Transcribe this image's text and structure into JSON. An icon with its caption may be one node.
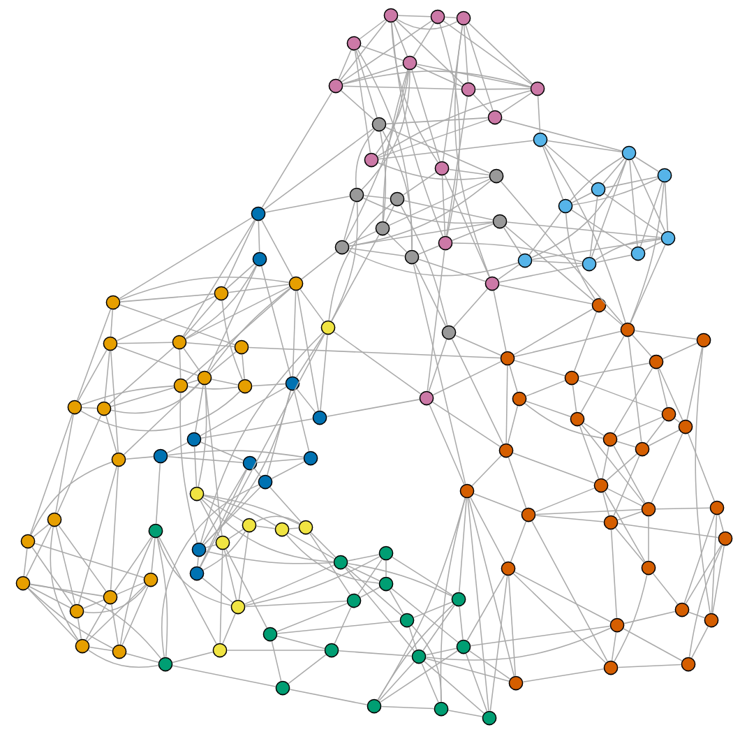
{
  "diagram": {
    "nodes": [
      {
        "text": [],
        "shape": "circle"
      },
      {
        "text": [],
        "shape": "circle"
      },
      {
        "text": [],
        "shape": "circle"
      },
      {
        "text": [],
        "shape": "circle"
      },
      {
        "text": [],
        "shape": "circle"
      },
      {
        "text": [],
        "shape": "circle"
      },
      {
        "text": [],
        "shape": "circle"
      },
      {
        "text": [],
        "shape": "circle"
      },
      {
        "text": [],
        "shape": "circle"
      },
      {
        "text": [],
        "shape": "circle"
      },
      {
        "text": [],
        "shape": "circle"
      },
      {
        "text": [],
        "shape": "circle"
      },
      {
        "text": [],
        "shape": "circle"
      },
      {
        "text": [],
        "shape": "circle"
      },
      {
        "text": [],
        "shape": "circle"
      },
      {
        "text": [],
        "shape": "circle"
      },
      {
        "text": [],
        "shape": "circle"
      },
      {
        "text": [],
        "shape": "circle"
      },
      {
        "text": [],
        "shape": "circle"
      },
      {
        "text": [],
        "shape": "circle"
      },
      {
        "text": [],
        "shape": "circle"
      },
      {
        "text": [],
        "shape": "circle"
      },
      {
        "text": [],
        "shape": "circle"
      },
      {
        "text": [],
        "shape": "circle"
      },
      {
        "text": [],
        "shape": "circle"
      },
      {
        "text": [],
        "shape": "circle"
      },
      {
        "text": [],
        "shape": "circle"
      },
      {
        "text": [],
        "shape": "circle"
      },
      {
        "text": [],
        "shape": "circle"
      },
      {
        "text": [],
        "shape": "circle"
      },
      {
        "text": [],
        "shape": "circle"
      },
      {
        "text": [],
        "shape": "circle"
      },
      {
        "text": [],
        "shape": "circle"
      },
      {
        "text": [],
        "shape": "circle"
      },
      {
        "text": [],
        "shape": "circle"
      },
      {
        "text": [],
        "shape": "circle"
      },
      {
        "text": [],
        "shape": "circle"
      },
      {
        "text": [],
        "shape": "circle"
      },
      {
        "text": [],
        "shape": "circle"
      },
      {
        "text": [],
        "shape": "circle"
      },
      {
        "text": [],
        "shape": "circle"
      },
      {
        "text": [],
        "shape": "circle"
      },
      {
        "text": [],
        "shape": "circle"
      },
      {
        "text": [],
        "shape": "circle"
      },
      {
        "text": [],
        "shape": "circle"
      },
      {
        "text": [],
        "shape": "circle"
      },
      {
        "text": [],
        "shape": "circle"
      },
      {
        "text": [],
        "shape": "circle"
      },
      {
        "text": [],
        "shape": "circle"
      },
      {
        "text": [],
        "shape": "circle"
      },
      {
        "text": [],
        "shape": "circle"
      },
      {
        "text": [],
        "shape": "circle"
      },
      {
        "text": [],
        "shape": "circle"
      },
      {
        "text": [],
        "shape": "circle"
      },
      {
        "text": [],
        "shape": "circle"
      },
      {
        "text": [],
        "shape": "circle"
      },
      {
        "text": [],
        "shape": "circle"
      },
      {
        "text": [],
        "shape": "circle"
      },
      {
        "text": [],
        "shape": "circle"
      },
      {
        "text": [],
        "shape": "circle"
      },
      {
        "text": [],
        "shape": "circle"
      },
      {
        "text": [],
        "shape": "circle"
      },
      {
        "text": [],
        "shape": "circle"
      },
      {
        "text": [],
        "shape": "circle"
      },
      {
        "text": [],
        "shape": "circle"
      },
      {
        "text": [],
        "shape": "circle"
      },
      {
        "text": [],
        "shape": "circle"
      },
      {
        "text": [],
        "shape": "circle"
      },
      {
        "text": [],
        "shape": "circle"
      },
      {
        "text": [],
        "shape": "circle"
      },
      {
        "text": [],
        "shape": "circle"
      },
      {
        "text": [],
        "shape": "circle"
      },
      {
        "text": [],
        "shape": "circle"
      },
      {
        "text": [],
        "shape": "circle"
      },
      {
        "text": [],
        "shape": "circle"
      },
      {
        "text": [],
        "shape": "circle"
      },
      {
        "text": [],
        "shape": "circle"
      },
      {
        "text": [],
        "shape": "circle"
      },
      {
        "text": [],
        "shape": "circle"
      },
      {
        "text": [],
        "shape": "circle"
      },
      {
        "text": [],
        "shape": "circle"
      },
      {
        "text": [],
        "shape": "circle"
      },
      {
        "text": [],
        "shape": "circle"
      },
      {
        "text": [],
        "shape": "circle"
      },
      {
        "text": [],
        "shape": "circle"
      },
      {
        "text": [],
        "shape": "circle"
      },
      {
        "text": [],
        "shape": "circle"
      },
      {
        "text": [],
        "shape": "circle"
      },
      {
        "text": [],
        "shape": "circle"
      },
      {
        "text": [],
        "shape": "circle"
      },
      {
        "text": [],
        "shape": "circle"
      },
      {
        "text": [],
        "shape": "circle"
      },
      {
        "text": [],
        "shape": "circle"
      },
      {
        "text": [],
        "shape": "circle"
      },
      {
        "text": [],
        "shape": "circle"
      },
      {
        "text": [],
        "shape": "circle"
      },
      {
        "text": [],
        "shape": "circle"
      },
      {
        "text": [],
        "shape": "circle"
      },
      {
        "text": [],
        "shape": "circle"
      },
      {
        "text": [],
        "shape": "circle"
      },
      {
        "text": [],
        "shape": "circle"
      },
      {
        "text": [],
        "shape": "circle"
      },
      {
        "text": [],
        "shape": "circle"
      },
      {
        "text": [],
        "shape": "circle"
      },
      {
        "text": [],
        "shape": "circle"
      },
      {
        "text": [],
        "shape": "circle"
      },
      {
        "text": [],
        "shape": "circle"
      },
      {
        "text": [],
        "shape": "circle"
      },
      {
        "text": [],
        "shape": "circle"
      },
      {
        "text": [],
        "shape": "circle"
      },
      {
        "text": [],
        "shape": "circle"
      },
      {
        "text": [],
        "shape": "circle"
      },
      {
        "text": [],
        "shape": "circle"
      },
      {
        "text": [],
        "shape": "circle"
      },
      {
        "text": [],
        "shape": "circle"
      }
    ],
    "edges": [
      {
        "from": 0,
        "to": 1,
        "arrow": "none"
      },
      {
        "from": 0,
        "to": 2,
        "arrow": "none"
      },
      {
        "from": 1,
        "to": 2,
        "arrow": "none"
      },
      {
        "from": 0,
        "to": 3,
        "arrow": "none"
      },
      {
        "from": 0,
        "to": 4,
        "arrow": "none"
      },
      {
        "from": 0,
        "to": 5,
        "arrow": "none"
      },
      {
        "from": 0,
        "to": 10,
        "arrow": "none"
      },
      {
        "from": 0,
        "to": 6,
        "arrow": "none"
      },
      {
        "from": 1,
        "to": 4,
        "arrow": "none"
      },
      {
        "from": 1,
        "to": 7,
        "arrow": "none"
      },
      {
        "from": 1,
        "to": 5,
        "arrow": "none"
      },
      {
        "from": 2,
        "to": 6,
        "arrow": "none"
      },
      {
        "from": 2,
        "to": 7,
        "arrow": "none"
      },
      {
        "from": 2,
        "to": 8,
        "arrow": "none"
      },
      {
        "from": 2,
        "to": 10,
        "arrow": "none"
      },
      {
        "from": 3,
        "to": 4,
        "arrow": "none"
      },
      {
        "from": 3,
        "to": 5,
        "arrow": "none"
      },
      {
        "from": 3,
        "to": 9,
        "arrow": "none"
      },
      {
        "from": 3,
        "to": 14,
        "arrow": "none"
      },
      {
        "from": 4,
        "to": 5,
        "arrow": "none"
      },
      {
        "from": 4,
        "to": 6,
        "arrow": "none"
      },
      {
        "from": 4,
        "to": 7,
        "arrow": "none"
      },
      {
        "from": 4,
        "to": 10,
        "arrow": "none"
      },
      {
        "from": 4,
        "to": 9,
        "arrow": "none"
      },
      {
        "from": 4,
        "to": 20,
        "arrow": "none"
      },
      {
        "from": 4,
        "to": 16,
        "arrow": "none"
      },
      {
        "from": 5,
        "to": 6,
        "arrow": "none"
      },
      {
        "from": 5,
        "to": 14,
        "arrow": "none"
      },
      {
        "from": 5,
        "to": 32,
        "arrow": "none"
      },
      {
        "from": 5,
        "to": 7,
        "arrow": "none"
      },
      {
        "from": 6,
        "to": 7,
        "arrow": "none"
      },
      {
        "from": 6,
        "to": 8,
        "arrow": "none"
      },
      {
        "from": 6,
        "to": 11,
        "arrow": "none"
      },
      {
        "from": 7,
        "to": 8,
        "arrow": "none"
      },
      {
        "from": 7,
        "to": 23,
        "arrow": "none"
      },
      {
        "from": 7,
        "to": 9,
        "arrow": "none"
      },
      {
        "from": 8,
        "to": 9,
        "arrow": "none"
      },
      {
        "from": 8,
        "to": 14,
        "arrow": "none"
      },
      {
        "from": 1,
        "to": 11,
        "arrow": "none"
      },
      {
        "from": 0,
        "to": 11,
        "arrow": "none"
      },
      {
        "from": 2,
        "to": 12,
        "arrow": "none"
      },
      {
        "from": 3,
        "to": 21,
        "arrow": "none"
      },
      {
        "from": 4,
        "to": 19,
        "arrow": "none"
      },
      {
        "from": 14,
        "to": 16,
        "arrow": "none"
      },
      {
        "from": 14,
        "to": 19,
        "arrow": "none"
      },
      {
        "from": 14,
        "to": 21,
        "arrow": "none"
      },
      {
        "from": 14,
        "to": 15,
        "arrow": "none"
      },
      {
        "from": 9,
        "to": 15,
        "arrow": "none"
      },
      {
        "from": 9,
        "to": 23,
        "arrow": "none"
      },
      {
        "from": 16,
        "to": 17,
        "arrow": "none"
      },
      {
        "from": 16,
        "to": 18,
        "arrow": "none"
      },
      {
        "from": 16,
        "to": 20,
        "arrow": "none"
      },
      {
        "from": 17,
        "to": 18,
        "arrow": "none"
      },
      {
        "from": 17,
        "to": 19,
        "arrow": "none"
      },
      {
        "from": 17,
        "to": 22,
        "arrow": "none"
      },
      {
        "from": 19,
        "to": 21,
        "arrow": "none"
      },
      {
        "from": 19,
        "to": 20,
        "arrow": "none"
      },
      {
        "from": 20,
        "to": 21,
        "arrow": "none"
      },
      {
        "from": 20,
        "to": 18,
        "arrow": "none"
      },
      {
        "from": 21,
        "to": 11,
        "arrow": "none"
      },
      {
        "from": 21,
        "to": 22,
        "arrow": "none"
      },
      {
        "from": 21,
        "to": 12,
        "arrow": "none"
      },
      {
        "from": 15,
        "to": 19,
        "arrow": "none"
      },
      {
        "from": 15,
        "to": 20,
        "arrow": "none"
      },
      {
        "from": 10,
        "to": 11,
        "arrow": "none"
      },
      {
        "from": 10,
        "to": 17,
        "arrow": "none"
      },
      {
        "from": 10,
        "to": 12,
        "arrow": "none"
      },
      {
        "from": 10,
        "to": 15,
        "arrow": "none"
      },
      {
        "from": 18,
        "to": 11,
        "arrow": "none"
      },
      {
        "from": 18,
        "to": 30,
        "arrow": "none"
      },
      {
        "from": 20,
        "to": 30,
        "arrow": "none"
      },
      {
        "from": 19,
        "to": 63,
        "arrow": "none"
      },
      {
        "from": 23,
        "to": 26,
        "arrow": "none"
      },
      {
        "from": 23,
        "to": 27,
        "arrow": "none"
      },
      {
        "from": 23,
        "to": 24,
        "arrow": "none"
      },
      {
        "from": 24,
        "to": 25,
        "arrow": "none"
      },
      {
        "from": 24,
        "to": 26,
        "arrow": "none"
      },
      {
        "from": 24,
        "to": 27,
        "arrow": "none"
      },
      {
        "from": 24,
        "to": 28,
        "arrow": "none"
      },
      {
        "from": 24,
        "to": 29,
        "arrow": "none"
      },
      {
        "from": 24,
        "to": 30,
        "arrow": "none"
      },
      {
        "from": 25,
        "to": 26,
        "arrow": "none"
      },
      {
        "from": 25,
        "to": 27,
        "arrow": "none"
      },
      {
        "from": 25,
        "to": 28,
        "arrow": "none"
      },
      {
        "from": 25,
        "to": 29,
        "arrow": "none"
      },
      {
        "from": 26,
        "to": 27,
        "arrow": "none"
      },
      {
        "from": 26,
        "to": 31,
        "arrow": "none"
      },
      {
        "from": 26,
        "to": 28,
        "arrow": "none"
      },
      {
        "from": 27,
        "to": 29,
        "arrow": "none"
      },
      {
        "from": 27,
        "to": 30,
        "arrow": "none"
      },
      {
        "from": 28,
        "to": 29,
        "arrow": "none"
      },
      {
        "from": 28,
        "to": 30,
        "arrow": "none"
      },
      {
        "from": 28,
        "to": 31,
        "arrow": "none"
      },
      {
        "from": 29,
        "to": 31,
        "arrow": "none"
      },
      {
        "from": 30,
        "to": 31,
        "arrow": "none"
      },
      {
        "from": 8,
        "to": 24,
        "arrow": "none"
      },
      {
        "from": 23,
        "to": 88,
        "arrow": "none"
      },
      {
        "from": 24,
        "to": 31,
        "arrow": "none"
      },
      {
        "from": 25,
        "to": 88,
        "arrow": "none"
      },
      {
        "from": 28,
        "to": 88,
        "arrow": "none"
      },
      {
        "from": 27,
        "to": 87,
        "arrow": "none"
      },
      {
        "from": 15,
        "to": 88,
        "arrow": "none"
      },
      {
        "from": 18,
        "to": 87,
        "arrow": "none"
      },
      {
        "from": 18,
        "to": 28,
        "arrow": "none"
      },
      {
        "from": 12,
        "to": 87,
        "arrow": "none"
      },
      {
        "from": 11,
        "to": 31,
        "arrow": "none"
      },
      {
        "from": 12,
        "to": 31,
        "arrow": "none"
      },
      {
        "from": 30,
        "to": 12,
        "arrow": "none"
      },
      {
        "from": 32,
        "to": 33,
        "arrow": "none"
      },
      {
        "from": 32,
        "to": 43,
        "arrow": "none"
      },
      {
        "from": 32,
        "to": 44,
        "arrow": "none"
      },
      {
        "from": 32,
        "to": 45,
        "arrow": "none"
      },
      {
        "from": 32,
        "to": 16,
        "arrow": "none"
      },
      {
        "from": 32,
        "to": 14,
        "arrow": "none"
      },
      {
        "from": 32,
        "to": 47,
        "arrow": "none"
      },
      {
        "from": 33,
        "to": 34,
        "arrow": "none"
      },
      {
        "from": 33,
        "to": 47,
        "arrow": "none"
      },
      {
        "from": 33,
        "to": 44,
        "arrow": "none"
      },
      {
        "from": 33,
        "to": 49,
        "arrow": "none"
      },
      {
        "from": 34,
        "to": 35,
        "arrow": "none"
      },
      {
        "from": 34,
        "to": 36,
        "arrow": "none"
      },
      {
        "from": 34,
        "to": 41,
        "arrow": "none"
      },
      {
        "from": 34,
        "to": 39,
        "arrow": "none"
      },
      {
        "from": 34,
        "to": 40,
        "arrow": "none"
      },
      {
        "from": 34,
        "to": 45,
        "arrow": "none"
      },
      {
        "from": 35,
        "to": 36,
        "arrow": "none"
      },
      {
        "from": 35,
        "to": 63,
        "arrow": "none"
      },
      {
        "from": 35,
        "to": 13,
        "arrow": "none"
      },
      {
        "from": 36,
        "to": 37,
        "arrow": "none"
      },
      {
        "from": 36,
        "to": 38,
        "arrow": "none"
      },
      {
        "from": 36,
        "to": 49,
        "arrow": "none"
      },
      {
        "from": 36,
        "to": 64,
        "arrow": "none"
      },
      {
        "from": 37,
        "to": 38,
        "arrow": "none"
      },
      {
        "from": 37,
        "to": 39,
        "arrow": "none"
      },
      {
        "from": 37,
        "to": 71,
        "arrow": "none"
      },
      {
        "from": 37,
        "to": 54,
        "arrow": "none"
      },
      {
        "from": 38,
        "to": 39,
        "arrow": "none"
      },
      {
        "from": 38,
        "to": 40,
        "arrow": "none"
      },
      {
        "from": 38,
        "to": 41,
        "arrow": "none"
      },
      {
        "from": 38,
        "to": 42,
        "arrow": "none"
      },
      {
        "from": 39,
        "to": 40,
        "arrow": "none"
      },
      {
        "from": 40,
        "to": 41,
        "arrow": "none"
      },
      {
        "from": 40,
        "to": 67,
        "arrow": "none"
      },
      {
        "from": 40,
        "to": 82,
        "arrow": "none"
      },
      {
        "from": 41,
        "to": 42,
        "arrow": "none"
      },
      {
        "from": 41,
        "to": 72,
        "arrow": "none"
      },
      {
        "from": 42,
        "to": 65,
        "arrow": "none"
      },
      {
        "from": 45,
        "to": 35,
        "arrow": "none"
      },
      {
        "from": 43,
        "to": 44,
        "arrow": "none"
      },
      {
        "from": 43,
        "to": 45,
        "arrow": "none"
      },
      {
        "from": 43,
        "to": 46,
        "arrow": "none"
      },
      {
        "from": 43,
        "to": 52,
        "arrow": "none"
      },
      {
        "from": 43,
        "to": 48,
        "arrow": "none"
      },
      {
        "from": 44,
        "to": 45,
        "arrow": "none"
      },
      {
        "from": 44,
        "to": 46,
        "arrow": "none"
      },
      {
        "from": 44,
        "to": 47,
        "arrow": "none"
      },
      {
        "from": 44,
        "to": 51,
        "arrow": "none"
      },
      {
        "from": 45,
        "to": 47,
        "arrow": "none"
      },
      {
        "from": 45,
        "to": 49,
        "arrow": "none"
      },
      {
        "from": 45,
        "to": 50,
        "arrow": "none"
      },
      {
        "from": 45,
        "to": 20,
        "arrow": "none"
      },
      {
        "from": 46,
        "to": 47,
        "arrow": "none"
      },
      {
        "from": 46,
        "to": 49,
        "arrow": "none"
      },
      {
        "from": 46,
        "to": 52,
        "arrow": "none"
      },
      {
        "from": 46,
        "to": 53,
        "arrow": "none"
      },
      {
        "from": 46,
        "to": 54,
        "arrow": "none"
      },
      {
        "from": 47,
        "to": 48,
        "arrow": "none"
      },
      {
        "from": 47,
        "to": 49,
        "arrow": "none"
      },
      {
        "from": 47,
        "to": 50,
        "arrow": "none"
      },
      {
        "from": 47,
        "to": 53,
        "arrow": "none"
      },
      {
        "from": 48,
        "to": 49,
        "arrow": "none"
      },
      {
        "from": 48,
        "to": 51,
        "arrow": "none"
      },
      {
        "from": 48,
        "to": 90,
        "arrow": "none"
      },
      {
        "from": 49,
        "to": 51,
        "arrow": "none"
      },
      {
        "from": 49,
        "to": 50,
        "arrow": "none"
      },
      {
        "from": 49,
        "to": 53,
        "arrow": "none"
      },
      {
        "from": 49,
        "to": 54,
        "arrow": "none"
      },
      {
        "from": 50,
        "to": 51,
        "arrow": "none"
      },
      {
        "from": 50,
        "to": 52,
        "arrow": "none"
      },
      {
        "from": 50,
        "to": 53,
        "arrow": "none"
      },
      {
        "from": 51,
        "to": 52,
        "arrow": "none"
      },
      {
        "from": 51,
        "to": 34,
        "arrow": "none"
      },
      {
        "from": 52,
        "to": 53,
        "arrow": "none"
      },
      {
        "from": 52,
        "to": 55,
        "arrow": "none"
      },
      {
        "from": 52,
        "to": 56,
        "arrow": "none"
      },
      {
        "from": 53,
        "to": 54,
        "arrow": "none"
      },
      {
        "from": 53,
        "to": 55,
        "arrow": "none"
      },
      {
        "from": 54,
        "to": 56,
        "arrow": "none"
      },
      {
        "from": 54,
        "to": 59,
        "arrow": "none"
      },
      {
        "from": 54,
        "to": 60,
        "arrow": "none"
      },
      {
        "from": 55,
        "to": 56,
        "arrow": "none"
      },
      {
        "from": 55,
        "to": 58,
        "arrow": "none"
      },
      {
        "from": 55,
        "to": 59,
        "arrow": "none"
      },
      {
        "from": 55,
        "to": 60,
        "arrow": "none"
      },
      {
        "from": 55,
        "to": 61,
        "arrow": "none"
      },
      {
        "from": 56,
        "to": 58,
        "arrow": "none"
      },
      {
        "from": 56,
        "to": 57,
        "arrow": "none"
      },
      {
        "from": 56,
        "to": 60,
        "arrow": "none"
      },
      {
        "from": 57,
        "to": 59,
        "arrow": "none"
      },
      {
        "from": 57,
        "to": 60,
        "arrow": "none"
      },
      {
        "from": 57,
        "to": 61,
        "arrow": "none"
      },
      {
        "from": 57,
        "to": 62,
        "arrow": "none"
      },
      {
        "from": 57,
        "to": 71,
        "arrow": "none"
      },
      {
        "from": 58,
        "to": 59,
        "arrow": "none"
      },
      {
        "from": 58,
        "to": 60,
        "arrow": "none"
      },
      {
        "from": 58,
        "to": 61,
        "arrow": "none"
      },
      {
        "from": 58,
        "to": 62,
        "arrow": "none"
      },
      {
        "from": 58,
        "to": 82,
        "arrow": "none"
      },
      {
        "from": 59,
        "to": 60,
        "arrow": "none"
      },
      {
        "from": 59,
        "to": 61,
        "arrow": "none"
      },
      {
        "from": 59,
        "to": 62,
        "arrow": "none"
      },
      {
        "from": 60,
        "to": 61,
        "arrow": "none"
      },
      {
        "from": 61,
        "to": 62,
        "arrow": "none"
      },
      {
        "from": 62,
        "to": 82,
        "arrow": "none"
      },
      {
        "from": 61,
        "to": 82,
        "arrow": "none"
      },
      {
        "from": 49,
        "to": 64,
        "arrow": "none"
      },
      {
        "from": 49,
        "to": 68,
        "arrow": "none"
      },
      {
        "from": 50,
        "to": 41,
        "arrow": "none"
      },
      {
        "from": 45,
        "to": 63,
        "arrow": "none"
      },
      {
        "from": 63,
        "to": 13,
        "arrow": "none"
      },
      {
        "from": 63,
        "to": 34,
        "arrow": "none"
      },
      {
        "from": 63,
        "to": 41,
        "arrow": "none"
      },
      {
        "from": 63,
        "to": 42,
        "arrow": "none"
      },
      {
        "from": 64,
        "to": 65,
        "arrow": "none"
      },
      {
        "from": 64,
        "to": 66,
        "arrow": "none"
      },
      {
        "from": 64,
        "to": 67,
        "arrow": "none"
      },
      {
        "from": 64,
        "to": 72,
        "arrow": "none"
      },
      {
        "from": 64,
        "to": 68,
        "arrow": "none"
      },
      {
        "from": 65,
        "to": 66,
        "arrow": "none"
      },
      {
        "from": 65,
        "to": 67,
        "arrow": "none"
      },
      {
        "from": 65,
        "to": 68,
        "arrow": "none"
      },
      {
        "from": 65,
        "to": 69,
        "arrow": "none"
      },
      {
        "from": 66,
        "to": 67,
        "arrow": "none"
      },
      {
        "from": 66,
        "to": 72,
        "arrow": "none"
      },
      {
        "from": 66,
        "to": 74,
        "arrow": "none"
      },
      {
        "from": 67,
        "to": 72,
        "arrow": "none"
      },
      {
        "from": 67,
        "to": 75,
        "arrow": "none"
      },
      {
        "from": 68,
        "to": 69,
        "arrow": "none"
      },
      {
        "from": 68,
        "to": 70,
        "arrow": "none"
      },
      {
        "from": 68,
        "to": 78,
        "arrow": "none"
      },
      {
        "from": 69,
        "to": 70,
        "arrow": "none"
      },
      {
        "from": 69,
        "to": 71,
        "arrow": "none"
      },
      {
        "from": 69,
        "to": 72,
        "arrow": "none"
      },
      {
        "from": 69,
        "to": 73,
        "arrow": "none"
      },
      {
        "from": 69,
        "to": 75,
        "arrow": "none"
      },
      {
        "from": 70,
        "to": 71,
        "arrow": "none"
      },
      {
        "from": 70,
        "to": 79,
        "arrow": "none"
      },
      {
        "from": 70,
        "to": 82,
        "arrow": "none"
      },
      {
        "from": 41,
        "to": 68,
        "arrow": "none"
      },
      {
        "from": 42,
        "to": 69,
        "arrow": "none"
      },
      {
        "from": 71,
        "to": 59,
        "arrow": "none"
      },
      {
        "from": 71,
        "to": 82,
        "arrow": "none"
      },
      {
        "from": 71,
        "to": 62,
        "arrow": "none"
      },
      {
        "from": 72,
        "to": 73,
        "arrow": "none"
      },
      {
        "from": 72,
        "to": 74,
        "arrow": "none"
      },
      {
        "from": 72,
        "to": 76,
        "arrow": "none"
      },
      {
        "from": 72,
        "to": 77,
        "arrow": "none"
      },
      {
        "from": 72,
        "to": 80,
        "arrow": "none"
      },
      {
        "from": 73,
        "to": 74,
        "arrow": "none"
      },
      {
        "from": 73,
        "to": 75,
        "arrow": "none"
      },
      {
        "from": 73,
        "to": 76,
        "arrow": "none"
      },
      {
        "from": 74,
        "to": 75,
        "arrow": "none"
      },
      {
        "from": 74,
        "to": 77,
        "arrow": "none"
      },
      {
        "from": 74,
        "to": 81,
        "arrow": "none"
      },
      {
        "from": 75,
        "to": 78,
        "arrow": "none"
      },
      {
        "from": 75,
        "to": 79,
        "arrow": "none"
      },
      {
        "from": 76,
        "to": 77,
        "arrow": "none"
      },
      {
        "from": 76,
        "to": 80,
        "arrow": "none"
      },
      {
        "from": 76,
        "to": 81,
        "arrow": "none"
      },
      {
        "from": 76,
        "to": 84,
        "arrow": "none"
      },
      {
        "from": 77,
        "to": 78,
        "arrow": "none"
      },
      {
        "from": 77,
        "to": 80,
        "arrow": "none"
      },
      {
        "from": 77,
        "to": 85,
        "arrow": "none"
      },
      {
        "from": 78,
        "to": 79,
        "arrow": "none"
      },
      {
        "from": 78,
        "to": 83,
        "arrow": "none"
      },
      {
        "from": 79,
        "to": 80,
        "arrow": "none"
      },
      {
        "from": 79,
        "to": 83,
        "arrow": "none"
      },
      {
        "from": 80,
        "to": 81,
        "arrow": "none"
      },
      {
        "from": 80,
        "to": 85,
        "arrow": "none"
      },
      {
        "from": 80,
        "to": 84,
        "arrow": "none"
      },
      {
        "from": 81,
        "to": 84,
        "arrow": "none"
      },
      {
        "from": 81,
        "to": 86,
        "arrow": "none"
      },
      {
        "from": 81,
        "to": 107,
        "arrow": "none"
      },
      {
        "from": 82,
        "to": 83,
        "arrow": "none"
      },
      {
        "from": 83,
        "to": 84,
        "arrow": "none"
      },
      {
        "from": 84,
        "to": 85,
        "arrow": "none"
      },
      {
        "from": 85,
        "to": 86,
        "arrow": "none"
      },
      {
        "from": 86,
        "to": 107,
        "arrow": "none"
      },
      {
        "from": 86,
        "to": 101,
        "arrow": "none"
      },
      {
        "from": 85,
        "to": 101,
        "arrow": "none"
      },
      {
        "from": 84,
        "to": 101,
        "arrow": "none"
      },
      {
        "from": 76,
        "to": 101,
        "arrow": "none"
      },
      {
        "from": 80,
        "to": 86,
        "arrow": "none"
      },
      {
        "from": 80,
        "to": 114,
        "arrow": "none"
      },
      {
        "from": 81,
        "to": 114,
        "arrow": "none"
      },
      {
        "from": 87,
        "to": 88,
        "arrow": "none"
      },
      {
        "from": 87,
        "to": 90,
        "arrow": "none"
      },
      {
        "from": 87,
        "to": 92,
        "arrow": "none"
      },
      {
        "from": 88,
        "to": 89,
        "arrow": "none"
      },
      {
        "from": 88,
        "to": 91,
        "arrow": "none"
      },
      {
        "from": 88,
        "to": 94,
        "arrow": "none"
      },
      {
        "from": 88,
        "to": 98,
        "arrow": "none"
      },
      {
        "from": 89,
        "to": 91,
        "arrow": "none"
      },
      {
        "from": 89,
        "to": 110,
        "arrow": "none"
      },
      {
        "from": 89,
        "to": 96,
        "arrow": "none"
      },
      {
        "from": 90,
        "to": 92,
        "arrow": "none"
      },
      {
        "from": 90,
        "to": 93,
        "arrow": "none"
      },
      {
        "from": 90,
        "to": 99,
        "arrow": "none"
      },
      {
        "from": 90,
        "to": 22,
        "arrow": "none"
      },
      {
        "from": 90,
        "to": 13,
        "arrow": "none"
      },
      {
        "from": 90,
        "to": 88,
        "arrow": "none"
      },
      {
        "from": 91,
        "to": 92,
        "arrow": "none"
      },
      {
        "from": 91,
        "to": 95,
        "arrow": "none"
      },
      {
        "from": 91,
        "to": 96,
        "arrow": "none"
      },
      {
        "from": 91,
        "to": 97,
        "arrow": "none"
      },
      {
        "from": 92,
        "to": 93,
        "arrow": "none"
      },
      {
        "from": 92,
        "to": 94,
        "arrow": "none"
      },
      {
        "from": 92,
        "to": 95,
        "arrow": "none"
      },
      {
        "from": 93,
        "to": 94,
        "arrow": "none"
      },
      {
        "from": 93,
        "to": 99,
        "arrow": "none"
      },
      {
        "from": 93,
        "to": 97,
        "arrow": "none"
      },
      {
        "from": 94,
        "to": 97,
        "arrow": "none"
      },
      {
        "from": 94,
        "to": 100,
        "arrow": "none"
      },
      {
        "from": 94,
        "to": 103,
        "arrow": "none"
      },
      {
        "from": 95,
        "to": 96,
        "arrow": "none"
      },
      {
        "from": 95,
        "to": 98,
        "arrow": "none"
      },
      {
        "from": 95,
        "to": 97,
        "arrow": "none"
      },
      {
        "from": 96,
        "to": 98,
        "arrow": "none"
      },
      {
        "from": 96,
        "to": 103,
        "arrow": "none"
      },
      {
        "from": 96,
        "to": 104,
        "arrow": "none"
      },
      {
        "from": 97,
        "to": 98,
        "arrow": "none"
      },
      {
        "from": 97,
        "to": 100,
        "arrow": "none"
      },
      {
        "from": 97,
        "to": 103,
        "arrow": "none"
      },
      {
        "from": 98,
        "to": 100,
        "arrow": "none"
      },
      {
        "from": 98,
        "to": 105,
        "arrow": "none"
      },
      {
        "from": 99,
        "to": 101,
        "arrow": "none"
      },
      {
        "from": 99,
        "to": 102,
        "arrow": "none"
      },
      {
        "from": 99,
        "to": 100,
        "arrow": "none"
      },
      {
        "from": 100,
        "to": 102,
        "arrow": "none"
      },
      {
        "from": 100,
        "to": 103,
        "arrow": "none"
      },
      {
        "from": 100,
        "to": 105,
        "arrow": "none"
      },
      {
        "from": 100,
        "to": 108,
        "arrow": "none"
      },
      {
        "from": 101,
        "to": 102,
        "arrow": "none"
      },
      {
        "from": 101,
        "to": 107,
        "arrow": "none"
      },
      {
        "from": 101,
        "to": 114,
        "arrow": "none"
      },
      {
        "from": 102,
        "to": 105,
        "arrow": "none"
      },
      {
        "from": 102,
        "to": 103,
        "arrow": "none"
      },
      {
        "from": 102,
        "to": 107,
        "arrow": "none"
      },
      {
        "from": 102,
        "to": 112,
        "arrow": "none"
      },
      {
        "from": 103,
        "to": 104,
        "arrow": "none"
      },
      {
        "from": 103,
        "to": 105,
        "arrow": "none"
      },
      {
        "from": 103,
        "to": 108,
        "arrow": "none"
      },
      {
        "from": 104,
        "to": 106,
        "arrow": "none"
      },
      {
        "from": 104,
        "to": 110,
        "arrow": "none"
      },
      {
        "from": 104,
        "to": 109,
        "arrow": "none"
      },
      {
        "from": 105,
        "to": 106,
        "arrow": "none"
      },
      {
        "from": 105,
        "to": 108,
        "arrow": "none"
      },
      {
        "from": 105,
        "to": 111,
        "arrow": "none"
      },
      {
        "from": 106,
        "to": 109,
        "arrow": "none"
      },
      {
        "from": 106,
        "to": 110,
        "arrow": "none"
      },
      {
        "from": 106,
        "to": 113,
        "arrow": "none"
      },
      {
        "from": 107,
        "to": 111,
        "arrow": "none"
      },
      {
        "from": 107,
        "to": 112,
        "arrow": "none"
      },
      {
        "from": 107,
        "to": 114,
        "arrow": "none"
      },
      {
        "from": 108,
        "to": 109,
        "arrow": "none"
      },
      {
        "from": 108,
        "to": 112,
        "arrow": "none"
      },
      {
        "from": 109,
        "to": 110,
        "arrow": "none"
      },
      {
        "from": 109,
        "to": 111,
        "arrow": "none"
      },
      {
        "from": 110,
        "to": 113,
        "arrow": "none"
      },
      {
        "from": 111,
        "to": 112,
        "arrow": "none"
      },
      {
        "from": 111,
        "to": 113,
        "arrow": "none"
      },
      {
        "from": 112,
        "to": 113,
        "arrow": "none"
      },
      {
        "from": 112,
        "to": 114,
        "arrow": "none"
      },
      {
        "from": 111,
        "to": 81,
        "arrow": "none"
      },
      {
        "from": 111,
        "to": 80,
        "arrow": "none"
      },
      {
        "from": 22,
        "to": 99,
        "arrow": "none"
      },
      {
        "from": 22,
        "to": 13,
        "arrow": "none"
      },
      {
        "from": 13,
        "to": 99,
        "arrow": "none"
      },
      {
        "from": 13,
        "to": 101,
        "arrow": "none"
      },
      {
        "from": 12,
        "to": 90,
        "arrow": "none"
      },
      {
        "from": 12,
        "to": 22,
        "arrow": "none"
      },
      {
        "from": 11,
        "to": 13,
        "arrow": "none"
      },
      {
        "from": 21,
        "to": 101,
        "arrow": "none"
      },
      {
        "from": 16,
        "to": 63,
        "arrow": "none"
      },
      {
        "from": 17,
        "to": 63,
        "arrow": "none"
      }
    ]
  }
}
